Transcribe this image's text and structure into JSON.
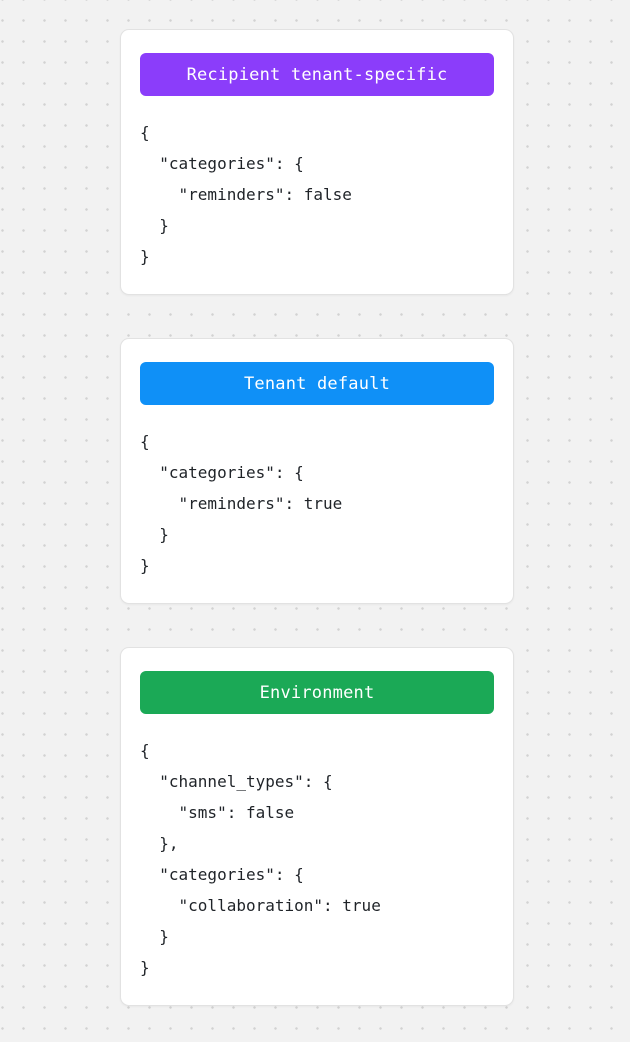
{
  "page": {
    "background_color": "#f2f2f2",
    "dot_color": "#d2d2d2",
    "card_background": "#ffffff",
    "code_text_color": "#1f2328"
  },
  "cards": [
    {
      "id": "recipient-tenant-specific",
      "header_label": "Recipient tenant-specific",
      "header_color": "#8b3dfa",
      "code": "{\n  \"categories\": {\n    \"reminders\": false\n  }\n}"
    },
    {
      "id": "tenant-default",
      "header_label": "Tenant default",
      "header_color": "#0f90f7",
      "code": "{\n  \"categories\": {\n    \"reminders\": true\n  }\n}"
    },
    {
      "id": "environment",
      "header_label": "Environment",
      "header_color": "#1ba956",
      "code": "{\n  \"channel_types\": {\n    \"sms\": false\n  },\n  \"categories\": {\n    \"collaboration\": true\n  }\n}"
    }
  ]
}
